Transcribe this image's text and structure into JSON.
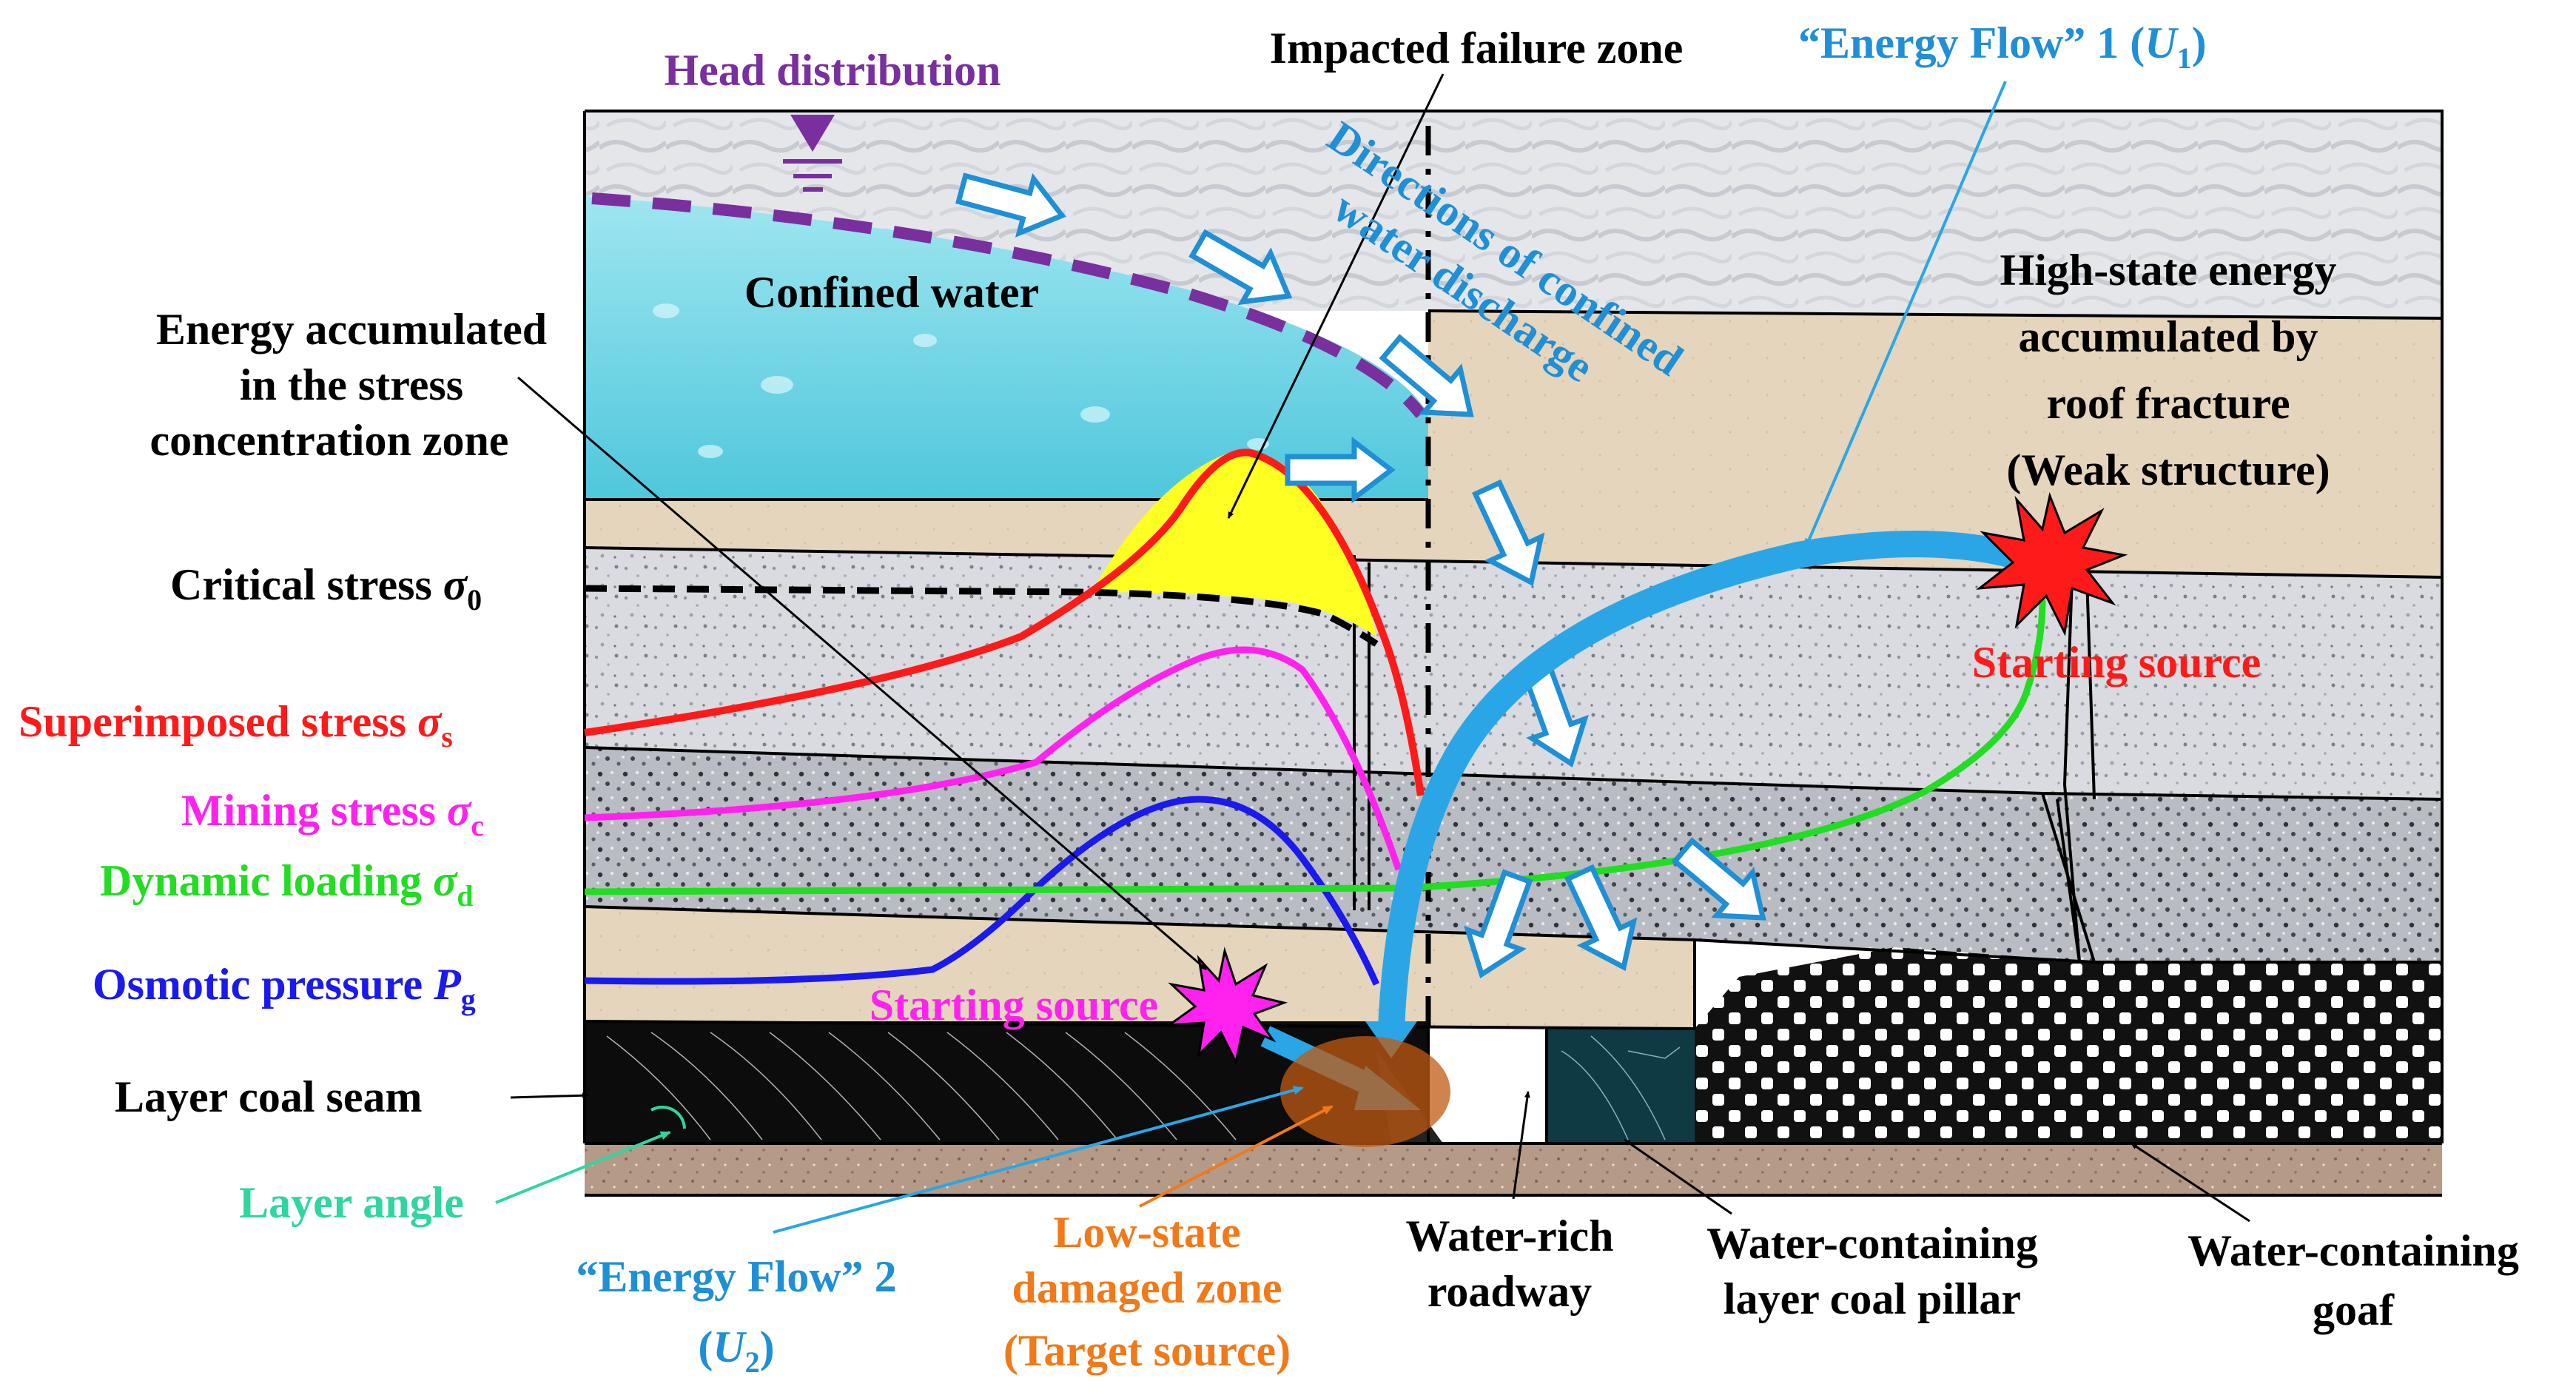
{
  "labels": {
    "head_distribution": "Head distribution",
    "impacted_failure_zone": "Impacted failure zone",
    "energy_flow_1": "“Energy Flow” 1 (",
    "energy_flow_1_sym": "U",
    "energy_flow_1_sub": "1",
    "energy_flow_1_close": ")",
    "confined_water": "Confined water",
    "directions_line1": "Directions of confined",
    "directions_line2": "water discharge",
    "energy_acc_line1": "Energy accumulated",
    "energy_acc_line2": "in the stress",
    "energy_acc_line3": "concentration zone",
    "high_state_line1": "High-state energy",
    "high_state_line2": "accumulated by",
    "high_state_line3": "roof fracture",
    "high_state_line4": "(Weak structure)",
    "starting_source_right": "Starting source",
    "starting_source_left": "Starting source",
    "layer_coal_seam": "Layer coal seam",
    "layer_angle": "Layer angle",
    "energy_flow_2_line1": "“Energy Flow” 2",
    "energy_flow_2_open": "(",
    "energy_flow_2_sym": "U",
    "energy_flow_2_sub": "2",
    "energy_flow_2_close": ")",
    "low_state_line1": "Low-state",
    "low_state_line2": "damaged zone",
    "low_state_line3": "(Target source)",
    "water_rich_line1": "Water-rich",
    "water_rich_line2": "roadway",
    "coal_pillar_line1": "Water-containing",
    "coal_pillar_line2": "layer coal pillar",
    "goaf_line1": "Water-containing",
    "goaf_line2": "goaf"
  },
  "legend": {
    "critical": {
      "text": "Critical stress ",
      "sym": "σ",
      "sub": "0",
      "color": "#000000"
    },
    "superimposed": {
      "text": "Superimposed stress ",
      "sym": "σ",
      "sub": "s",
      "color": "#ff1a1a"
    },
    "mining": {
      "text": "Mining stress ",
      "sym": "σ",
      "sub": "c",
      "color": "#ff22ee"
    },
    "dynamic": {
      "text": "Dynamic loading ",
      "sym": "σ",
      "sub": "d",
      "color": "#22dd22"
    },
    "osmotic": {
      "text": "Osmotic pressure ",
      "sym": "P",
      "sub": "g",
      "color": "#1a1aee"
    }
  },
  "colors": {
    "purple_label": "#7a2f9e",
    "blue_label": "#1f8fd6",
    "red": "#ff1a1a",
    "magenta": "#ff22ee",
    "green": "#22dd22",
    "blue_curve": "#1a1aee",
    "orange": "#f07a1a",
    "layer_angle": "#2fd6a0",
    "energy_flow": "#2aa6e6"
  },
  "icons": [
    "water-level-icon",
    "starburst-icon",
    "flow-arrow-icon"
  ]
}
